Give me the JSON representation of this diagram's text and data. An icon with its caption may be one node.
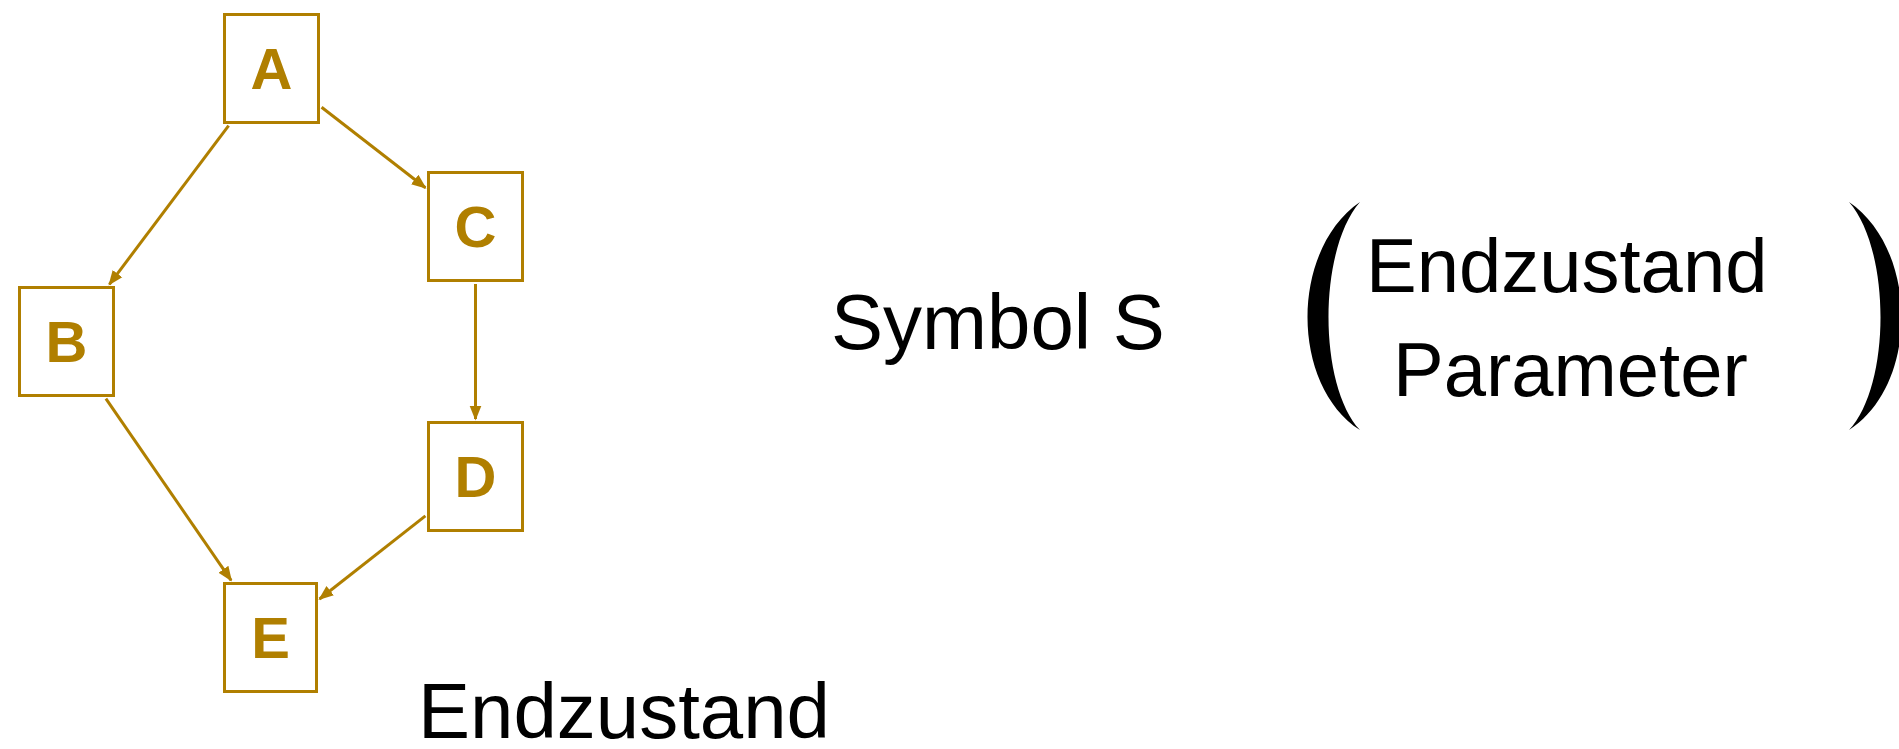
{
  "diagram": {
    "nodes": [
      {
        "text": [
          "A"
        ]
      },
      {
        "text": [
          "C"
        ]
      },
      {
        "text": [
          "B"
        ]
      },
      {
        "text": [
          "D"
        ]
      },
      {
        "text": [
          "E"
        ],
        "beside": [
          "Endzustand"
        ]
      }
    ],
    "edges": [
      {
        "from": 0,
        "to": 1,
        "arrow": "to"
      },
      {
        "from": 0,
        "to": 2,
        "arrow": "to"
      },
      {
        "from": 1,
        "to": 3,
        "arrow": "to"
      },
      {
        "from": 2,
        "to": 4,
        "arrow": "to"
      },
      {
        "from": 3,
        "to": 4,
        "arrow": "to"
      }
    ],
    "labels": [
      "Symbol S",
      "Endzustand",
      "Parameter"
    ]
  }
}
